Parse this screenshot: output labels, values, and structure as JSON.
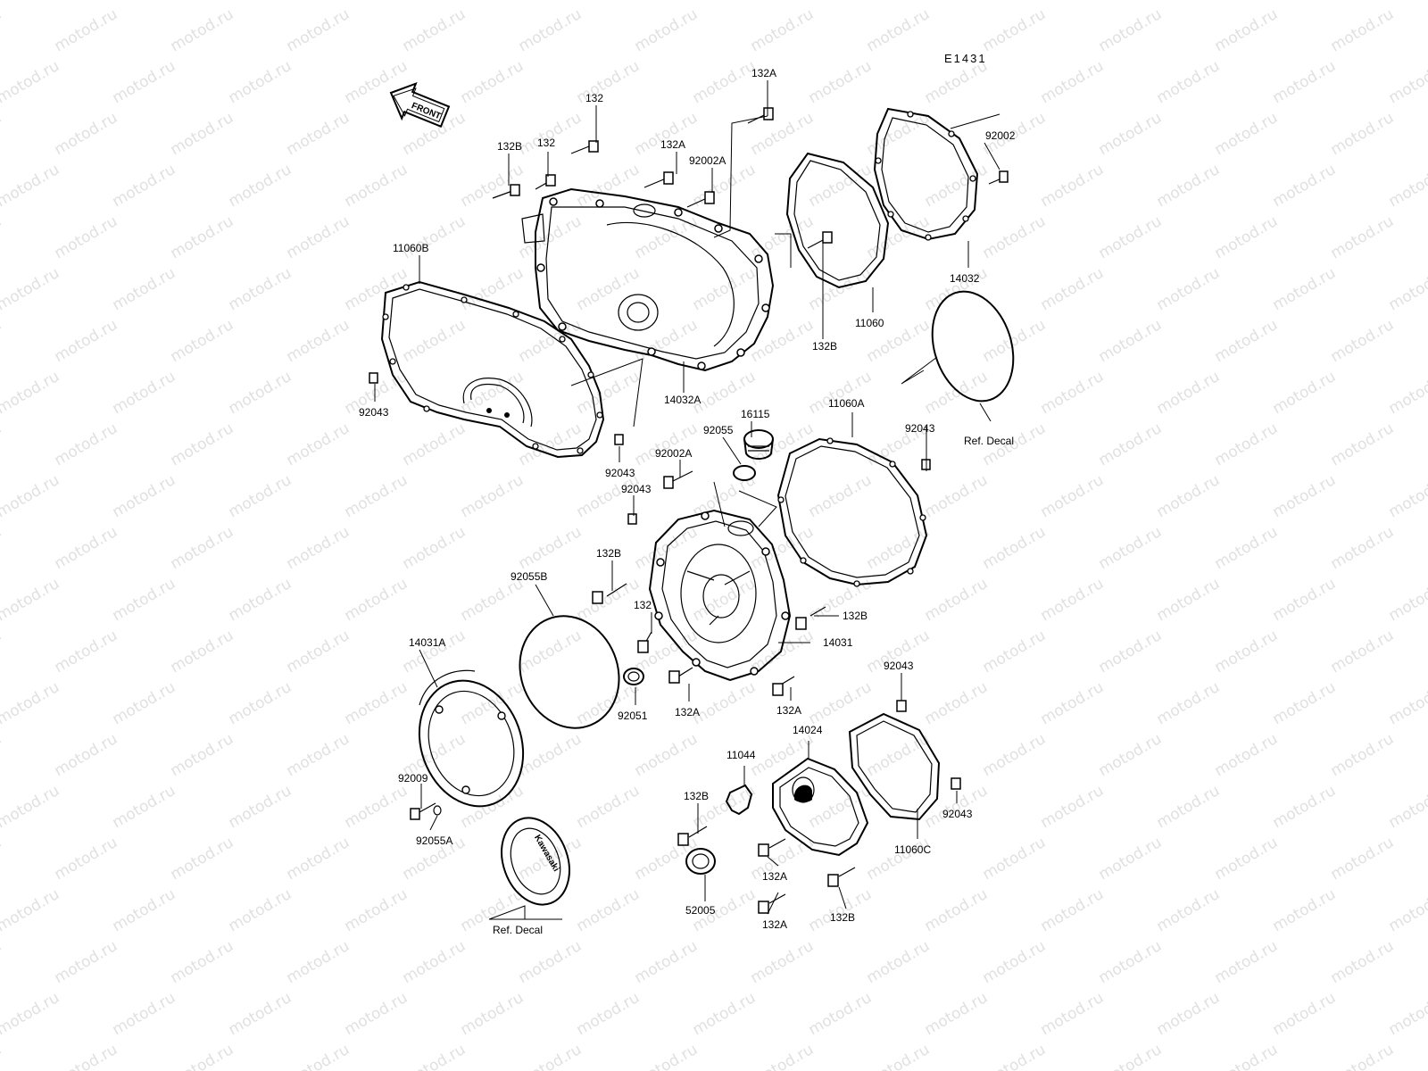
{
  "diagram_code": "E1431",
  "front_label": "FRONT",
  "watermark": "motod.ru",
  "decal_text": "Kawasaki",
  "part_labels": {
    "l_132A_a": "132A",
    "l_132_a": "132",
    "l_132B_a": "132B",
    "l_132_b": "132",
    "l_132A_b": "132A",
    "l_92002A_a": "92002A",
    "l_92002": "92002",
    "l_11060B": "11060B",
    "l_14032": "14032",
    "l_11060": "11060",
    "l_132B_b": "132B",
    "l_92043_a": "92043",
    "l_92043_b": "92043",
    "l_14032A": "14032A",
    "l_16115": "16115",
    "l_11060A": "11060A",
    "l_92055": "92055",
    "l_92043_c": "92043",
    "l_ref_decal_a": "Ref. Decal",
    "l_92002A_b": "92002A",
    "l_92043_d": "92043",
    "l_132B_c": "132B",
    "l_92055B": "92055B",
    "l_132_c": "132",
    "l_132B_d": "132B",
    "l_14031": "14031",
    "l_14031A": "14031A",
    "l_92051": "92051",
    "l_132A_c": "132A",
    "l_132A_d": "132A",
    "l_92043_e": "92043",
    "l_14024": "14024",
    "l_11044": "11044",
    "l_132B_e": "132B",
    "l_92009": "92009",
    "l_92055A": "92055A",
    "l_92043_f": "92043",
    "l_11060C": "11060C",
    "l_132A_e": "132A",
    "l_52005": "52005",
    "l_132B_f": "132B",
    "l_132A_f": "132A",
    "l_ref_decal_b": "Ref. Decal"
  }
}
